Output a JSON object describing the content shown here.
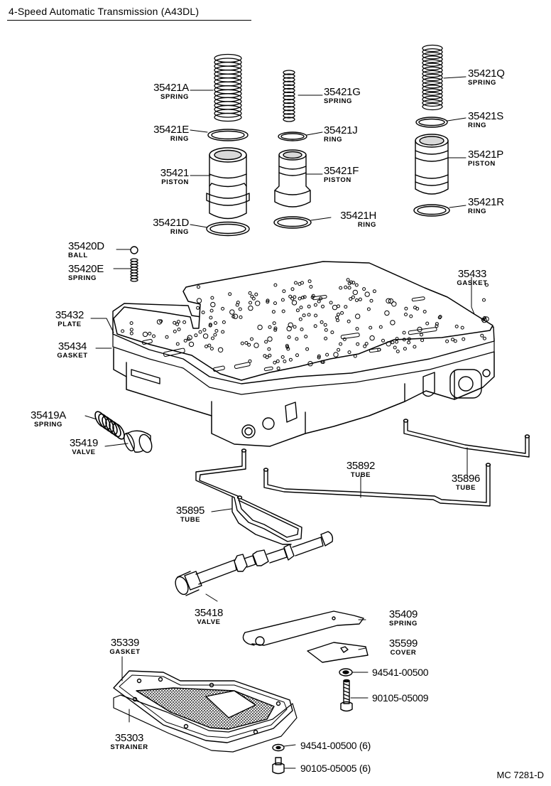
{
  "title": "4-Speed Automatic Transmission (A43DL)",
  "diagram_code": "MC 7281-D",
  "parts": [
    {
      "id": "p_35421A",
      "number": "35421A",
      "name": "SPRING"
    },
    {
      "id": "p_35421E",
      "number": "35421E",
      "name": "RING"
    },
    {
      "id": "p_35421",
      "number": "35421",
      "name": "PISTON"
    },
    {
      "id": "p_35421D",
      "number": "35421D",
      "name": "RING"
    },
    {
      "id": "p_35421G",
      "number": "35421G",
      "name": "SPRING"
    },
    {
      "id": "p_35421J",
      "number": "35421J",
      "name": "RING"
    },
    {
      "id": "p_35421F",
      "number": "35421F",
      "name": "PISTON"
    },
    {
      "id": "p_35421H",
      "number": "35421H",
      "name": "RING"
    },
    {
      "id": "p_35421Q",
      "number": "35421Q",
      "name": "SPRING"
    },
    {
      "id": "p_35421S",
      "number": "35421S",
      "name": "RING"
    },
    {
      "id": "p_35421P",
      "number": "35421P",
      "name": "PISTON"
    },
    {
      "id": "p_35421R",
      "number": "35421R",
      "name": "RING"
    },
    {
      "id": "p_35420D",
      "number": "35420D",
      "name": "BALL"
    },
    {
      "id": "p_35420E",
      "number": "35420E",
      "name": "SPRING"
    },
    {
      "id": "p_35433",
      "number": "35433",
      "name": "GASKET"
    },
    {
      "id": "p_35432",
      "number": "35432",
      "name": "PLATE"
    },
    {
      "id": "p_35434",
      "number": "35434",
      "name": "GASKET"
    },
    {
      "id": "p_35419A",
      "number": "35419A",
      "name": "SPRING"
    },
    {
      "id": "p_35419",
      "number": "35419",
      "name": "VALVE"
    },
    {
      "id": "p_35892",
      "number": "35892",
      "name": "TUBE"
    },
    {
      "id": "p_35896",
      "number": "35896",
      "name": "TUBE"
    },
    {
      "id": "p_35895",
      "number": "35895",
      "name": "TUBE"
    },
    {
      "id": "p_35418",
      "number": "35418",
      "name": "VALVE"
    },
    {
      "id": "p_35409",
      "number": "35409",
      "name": "SPRING"
    },
    {
      "id": "p_35599",
      "number": "35599",
      "name": "COVER"
    },
    {
      "id": "p_35339",
      "number": "35339",
      "name": "GASKET"
    },
    {
      "id": "p_35303",
      "number": "35303",
      "name": "STRAINER"
    }
  ],
  "hardware": [
    {
      "id": "h1",
      "number": "94541-00500"
    },
    {
      "id": "h2",
      "number": "90105-05009"
    },
    {
      "id": "h3",
      "number": "94541-00500 (6)"
    },
    {
      "id": "h4",
      "number": "90105-05005 (6)"
    }
  ]
}
